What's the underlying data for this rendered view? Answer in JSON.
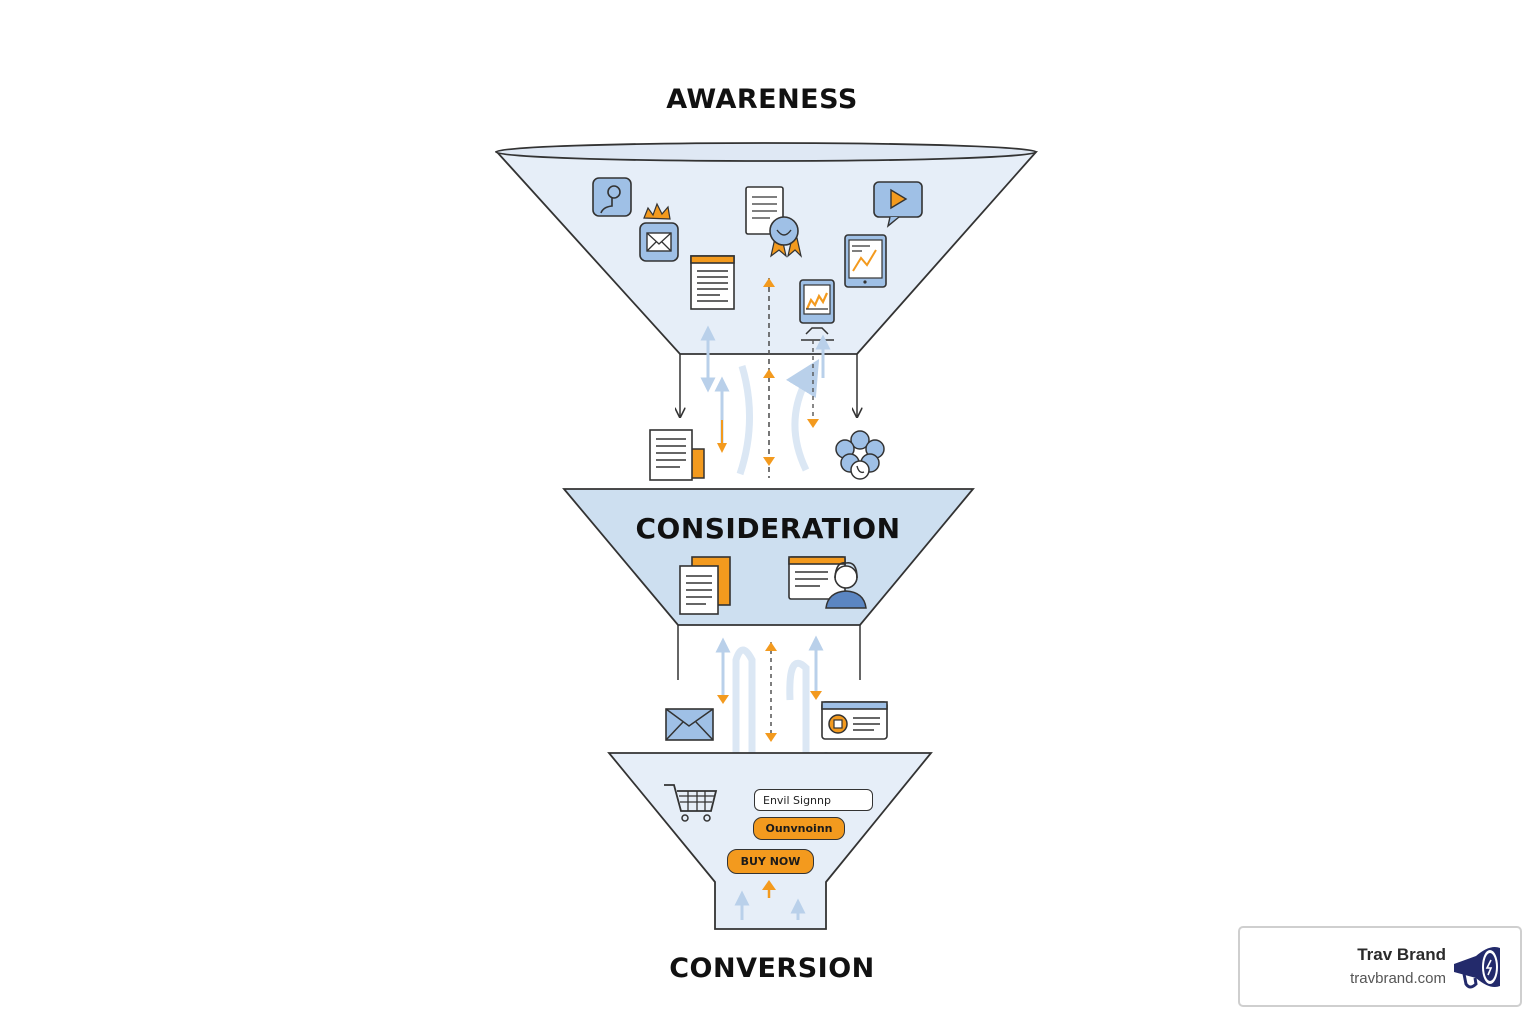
{
  "stages": {
    "awareness": "AWARENESS",
    "consideration": "CONSIDERATION",
    "conversion": "CONVERSION"
  },
  "conversion_elements": {
    "email_field": "Envil Signnp",
    "secondary_button": "Ounvnoinn",
    "buy_button": "BUY NOW"
  },
  "brand": {
    "name": "Trav Brand",
    "url": "travbrand.com"
  },
  "colors": {
    "funnel_fill": "#e6eef8",
    "funnel_fill_mid": "#cddff0",
    "accent_orange": "#f39a1e",
    "icon_blue": "#7fa9d9",
    "outline": "#333333",
    "brand_navy": "#232a6b"
  },
  "icons": [
    "user-profile-icon",
    "email-burst-icon",
    "document-badge-icon",
    "video-play-icon",
    "article-icon",
    "tablet-chart-icon",
    "mobile-chart-icon",
    "documents-icon",
    "social-network-icon",
    "document-stack-icon",
    "webinar-presenter-icon",
    "envelope-icon",
    "web-card-icon",
    "shopping-cart-icon",
    "megaphone-icon"
  ]
}
